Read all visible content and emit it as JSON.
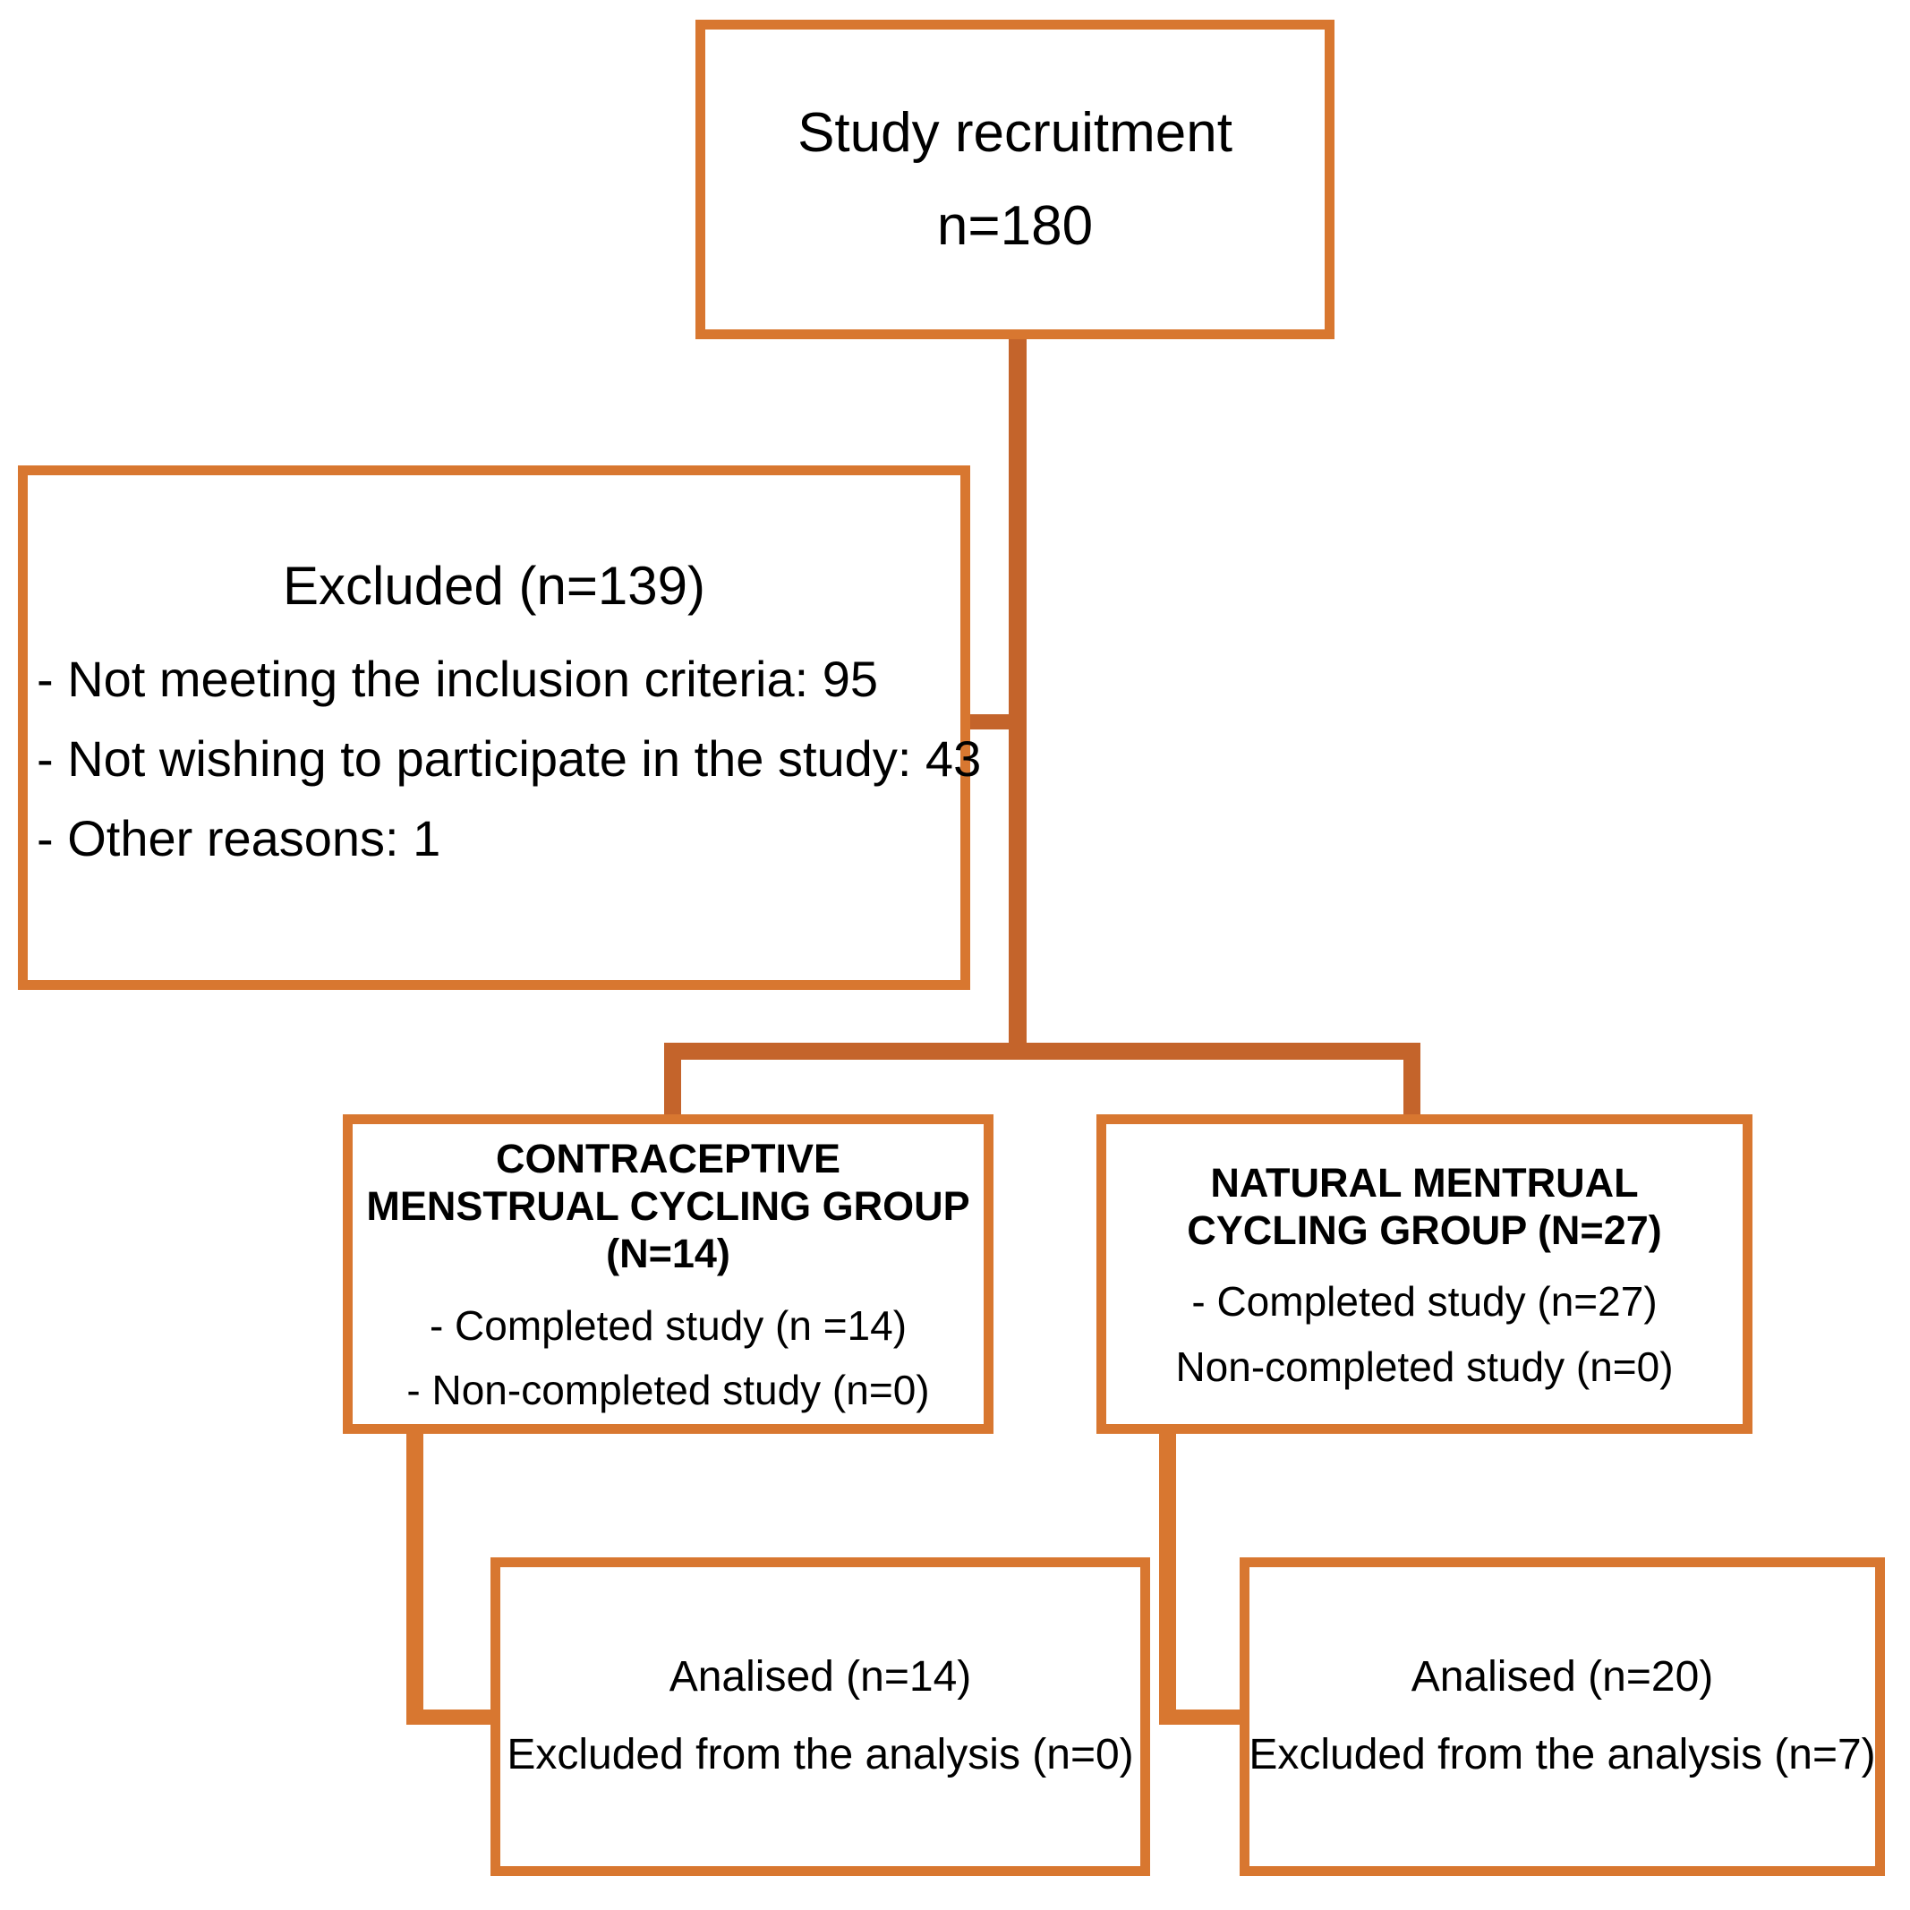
{
  "diagram": {
    "title": "Study participant flow diagram",
    "colors": {
      "box_border": "#D87730",
      "connector": "#C4642B",
      "text": "#000000",
      "background": "#FFFFFF"
    },
    "nodes": {
      "recruitment": {
        "label": "Study recruitment",
        "count": "n=180"
      },
      "excluded": {
        "title": "Excluded (n=139)",
        "reasons": [
          "- Not meeting the inclusion criteria: 95",
          "- Not wishing to participate in the study: 43",
          "- Other reasons: 1"
        ]
      },
      "group_left": {
        "heading": "CONTRACEPTIVE MENSTRUAL CYCLING GROUP (N=14)",
        "completed": "- Completed study (n =14)",
        "non_completed": "- Non-completed study (n=0)"
      },
      "group_right": {
        "heading": "NATURAL MENTRUAL CYCLING GROUP (N=27)",
        "completed": "- Completed study (n=27)",
        "non_completed": "Non-completed study (n=0)"
      },
      "analysis_left": {
        "analysed": "Analised (n=14)",
        "excluded": "Excluded from the analysis (n=0)"
      },
      "analysis_right": {
        "analysed": "Analised (n=20)",
        "excluded": "Excluded from the analysis (n=7)"
      }
    },
    "chart_data": {
      "type": "flowchart",
      "title": "Study participant flow (CONSORT-style)",
      "stages": [
        {
          "id": "recruitment",
          "label": "Study recruitment",
          "n": 180
        },
        {
          "id": "excluded",
          "label": "Excluded",
          "n": 139,
          "breakdown": [
            {
              "reason": "Not meeting the inclusion criteria",
              "n": 95
            },
            {
              "reason": "Not wishing to participate in the study",
              "n": 43
            },
            {
              "reason": "Other reasons",
              "n": 1
            }
          ]
        },
        {
          "id": "group_left",
          "label": "CONTRACEPTIVE MENSTRUAL CYCLING GROUP",
          "n": 14,
          "completed": 14,
          "non_completed": 0
        },
        {
          "id": "group_right",
          "label": "NATURAL MENTRUAL CYCLING GROUP",
          "n": 27,
          "completed": 27,
          "non_completed": 0
        },
        {
          "id": "analysis_left",
          "label": "Analised",
          "n": 14,
          "excluded_from_analysis": 0
        },
        {
          "id": "analysis_right",
          "label": "Analised",
          "n": 20,
          "excluded_from_analysis": 7
        }
      ],
      "edges": [
        {
          "from": "recruitment",
          "to": "excluded"
        },
        {
          "from": "recruitment",
          "to": "group_left"
        },
        {
          "from": "recruitment",
          "to": "group_right"
        },
        {
          "from": "group_left",
          "to": "analysis_left"
        },
        {
          "from": "group_right",
          "to": "analysis_right"
        }
      ]
    }
  }
}
